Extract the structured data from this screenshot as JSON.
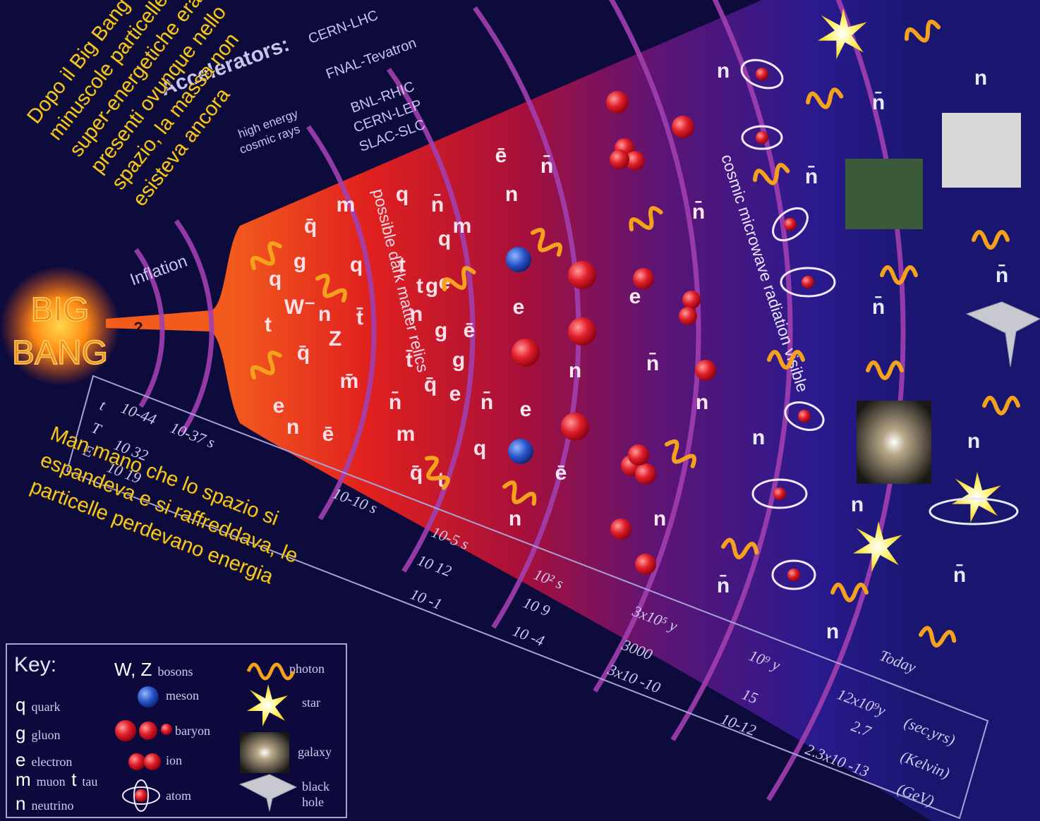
{
  "big_bang_label": [
    "BIG",
    "BANG"
  ],
  "question_mark": "?",
  "inflation_label": "Inflation",
  "accelerators": {
    "title": "Accelerators:",
    "items": [
      "CERN-LHC",
      "FNAL-Tevatron",
      "BNL-RHIC",
      "CERN-LEP",
      "SLAC-SLC"
    ],
    "cosmic": [
      "high energy",
      "cosmic rays"
    ]
  },
  "band_labels": {
    "dark_matter": "possible dark matter relics",
    "cmb": "cosmic microwave radiation visible"
  },
  "timeline": {
    "row_labels": [
      "t",
      "T",
      "E"
    ],
    "times": [
      "10-44",
      "10-37 s",
      "10-10 s",
      "10-5 s",
      "10² s",
      "3x10⁵ y",
      "10⁹ y",
      "Today"
    ],
    "temperatures": [
      "10 32",
      "10 12",
      "10 9",
      "3000",
      "15",
      "2.7"
    ],
    "energies": [
      "10 19",
      "10 -1",
      "10 -4",
      "3x10 -10",
      "10-12",
      "2.3x10 -13"
    ],
    "extra_time": "12x10⁹y",
    "units": [
      "(sec,yrs)",
      "(Kelvin)",
      "(GeV)"
    ]
  },
  "annotations": {
    "top_lines": [
      "Dopo il Big Bang",
      "minuscole particelle",
      "super-energetiche erano",
      "presenti  ovunque nello",
      "spazio, la massa non",
      "esisteva ancora"
    ],
    "bottom_lines": [
      "Man mano che lo spazio si",
      "espandeva e si raffreddava, le",
      "particelle perdevano energia"
    ]
  },
  "key": {
    "title": "Key:",
    "col1": [
      {
        "sym": "q",
        "label": "quark"
      },
      {
        "sym": "g",
        "label": "gluon"
      },
      {
        "sym": "e",
        "label": "electron"
      },
      {
        "sym": "m",
        "label": "muon"
      },
      {
        "sym": "t",
        "label": "tau"
      },
      {
        "sym": "n",
        "label": "neutrino"
      }
    ],
    "col2": [
      {
        "sym": "W, Z",
        "label": "bosons"
      },
      {
        "sym": "",
        "label": "meson",
        "icon": "meson-icon"
      },
      {
        "sym": "",
        "label": "baryon",
        "icon": "baryon-icon"
      },
      {
        "sym": "",
        "label": "ion",
        "icon": "ion-icon"
      },
      {
        "sym": "",
        "label": "atom",
        "icon": "atom-icon"
      }
    ],
    "col3": [
      {
        "label": "photon",
        "icon": "photon-icon"
      },
      {
        "label": "star",
        "icon": "star-icon"
      },
      {
        "label": "galaxy",
        "icon": "galaxy-icon"
      },
      {
        "label": "black hole",
        "icon": "black-hole-icon"
      }
    ]
  },
  "particle_symbols": {
    "early": [
      "m",
      "q̄",
      "g",
      "q",
      "W⁻",
      "t",
      "Z",
      "q̄",
      "e",
      "n",
      "ē",
      "m̄",
      "t̄",
      "q",
      "t",
      "n̄",
      "q",
      "m",
      "n",
      "g",
      "ē",
      "g",
      "t̄",
      "q̄",
      "e",
      "n̄",
      "m",
      "q",
      "t",
      "q̄",
      "g",
      "t",
      "q",
      "n",
      "e"
    ],
    "mid": [
      "ē",
      "n̄",
      "n",
      "e",
      "n",
      "n̄",
      "ē",
      "n",
      "e",
      "n̄",
      "n",
      "e",
      "n",
      "n̄"
    ],
    "late": [
      "n",
      "n̄",
      "n̄",
      "n",
      "n",
      "n̄",
      "n",
      "n̄",
      "n",
      "n̄",
      "n",
      "n̄",
      "n"
    ]
  },
  "colors": {
    "background": "#0d0a3c",
    "annotation": "#f0c828",
    "photon": "#f4a21d",
    "arc": "#a23fb0"
  }
}
